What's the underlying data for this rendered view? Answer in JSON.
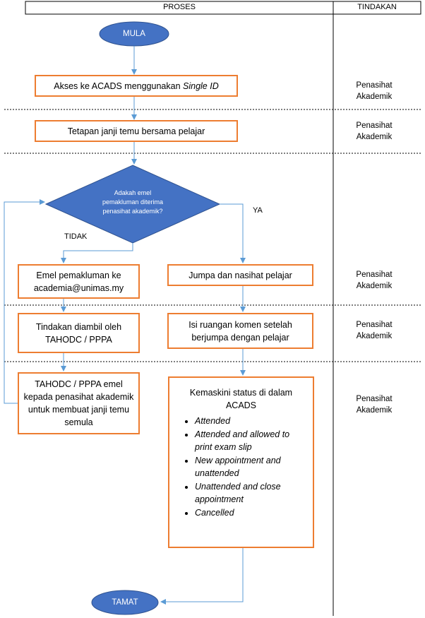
{
  "header": {
    "proses": "PROSES",
    "tindakan": "TINDAKAN"
  },
  "terminals": {
    "start": "MULA",
    "end": "TAMAT"
  },
  "steps": {
    "akses_prefix": "Akses ke ACADS menggunakan ",
    "akses_italic": "Single ID",
    "tetapan": "Tetapan janji temu bersama pelajar",
    "emel": "Emel pemakluman ke academia@unimas.my",
    "jumpa": "Jumpa dan nasihat pelajar",
    "tindakan_diambil": "Tindakan diambil oleh TAHODC / PPPA",
    "isi": "Isi ruangan komen setelah berjumpa dengan pelajar",
    "tahodc": "TAHODC / PPPA emel kepada penasihat akademik untuk membuat janji temu semula",
    "kemaskini_title": "Kemaskini status di dalam ACADS",
    "kemaskini_items": [
      "Attended",
      "Attended and allowed to print exam slip",
      "New appointment and unattended",
      "Unattended and close appointment",
      "Cancelled"
    ]
  },
  "decision": {
    "line1": "Adakah emel",
    "line2": "pemakluman diterima",
    "line3": "penasihat akademik?",
    "yes": "YA",
    "no": "TIDAK"
  },
  "actors": {
    "row1": "Penasihat Akademik",
    "row2": "Penasihat Akademik",
    "row3": "Penasihat Akademik",
    "row4": "Penasihat Akademik",
    "row5": "Penasihat Akademik"
  },
  "colors": {
    "terminal": "#4472C4",
    "box_border": "#ED7D31",
    "arrow": "#5B9BD5"
  }
}
